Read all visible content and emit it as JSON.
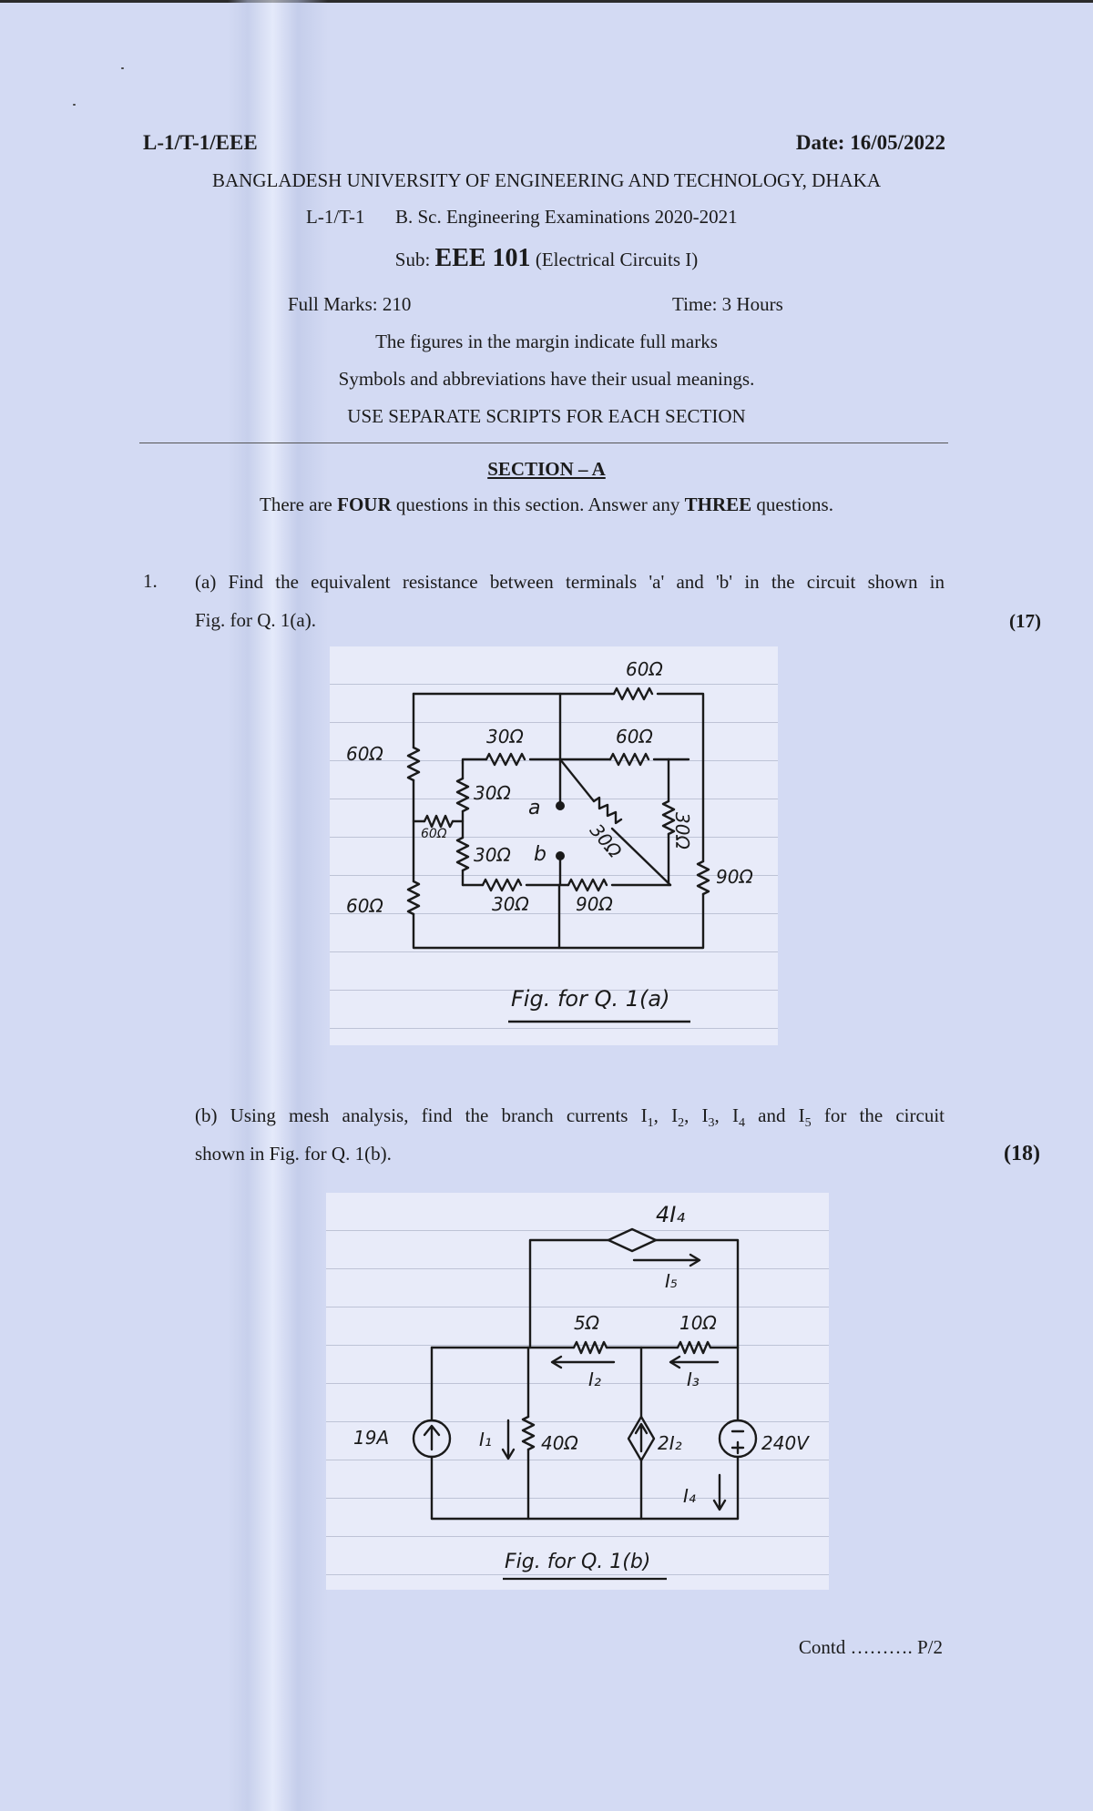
{
  "header": {
    "course_code": "L-1/T-1/EEE",
    "date": "Date: 16/05/2022",
    "university": "BANGLADESH UNIVERSITY OF ENGINEERING AND TECHNOLOGY, DHAKA",
    "exam_level": "L-1/T-1",
    "exam_name": "B. Sc. Engineering Examinations 2020-2021",
    "sub_prefix": "Sub:",
    "sub_code": "EEE 101",
    "sub_title": "(Electrical Circuits I)",
    "full_marks": "Full Marks: 210",
    "time": "Time: 3 Hours",
    "note1": "The figures in the margin indicate full marks",
    "note2": "Symbols and abbreviations have their usual meanings.",
    "note3": "USE SEPARATE SCRIPTS FOR EACH SECTION"
  },
  "section": {
    "title": "SECTION – A",
    "instr_1": "There are ",
    "instr_2": "FOUR",
    "instr_3": " questions in this section. Answer any ",
    "instr_4": "THREE",
    "instr_5": " questions."
  },
  "q1": {
    "number": "1.",
    "a_line1": "(a) Find the equivalent resistance between terminals 'a' and 'b' in the circuit shown in",
    "a_line2": "Fig. for Q. 1(a).",
    "a_marks": "(17)",
    "b_line1_pre": "(b) Using mesh analysis, find the branch currents I",
    "b_line1_post": " and I",
    "b_line1_end": " for the circuit",
    "b_line2": "shown in Fig. for Q. 1(b).",
    "b_marks": "(18)"
  },
  "fig1a": {
    "caption": "Fig. for Q. 1(a)",
    "r_top": "60Ω",
    "r_left_top": "60Ω",
    "r_left_bottom": "60Ω",
    "r_inner_top_left": "30Ω",
    "r_inner_top_right": "60Ω",
    "r_inner_left": "30Ω",
    "r_inner_small": "60Ω",
    "r_inner_left_low": "30Ω",
    "r_diag": "30Ω",
    "r_inner_right": "30Ω",
    "r_outer_right": "90Ω",
    "r_bottom_left": "30Ω",
    "r_bottom_right": "90Ω",
    "terminal_a": "a",
    "terminal_b": "b"
  },
  "fig1b": {
    "caption": "Fig. for Q. 1(b)",
    "dep_voltage": "4I₄",
    "i5": "I₅",
    "r5": "5Ω",
    "r10": "10Ω",
    "i2": "I₂",
    "i3": "I₃",
    "src_current": "19A",
    "i1": "I₁",
    "r40": "40Ω",
    "dep_current": "2I₂",
    "src_voltage": "240V",
    "i4": "I₄"
  },
  "footer": {
    "contd": "Contd ………. P/2"
  }
}
